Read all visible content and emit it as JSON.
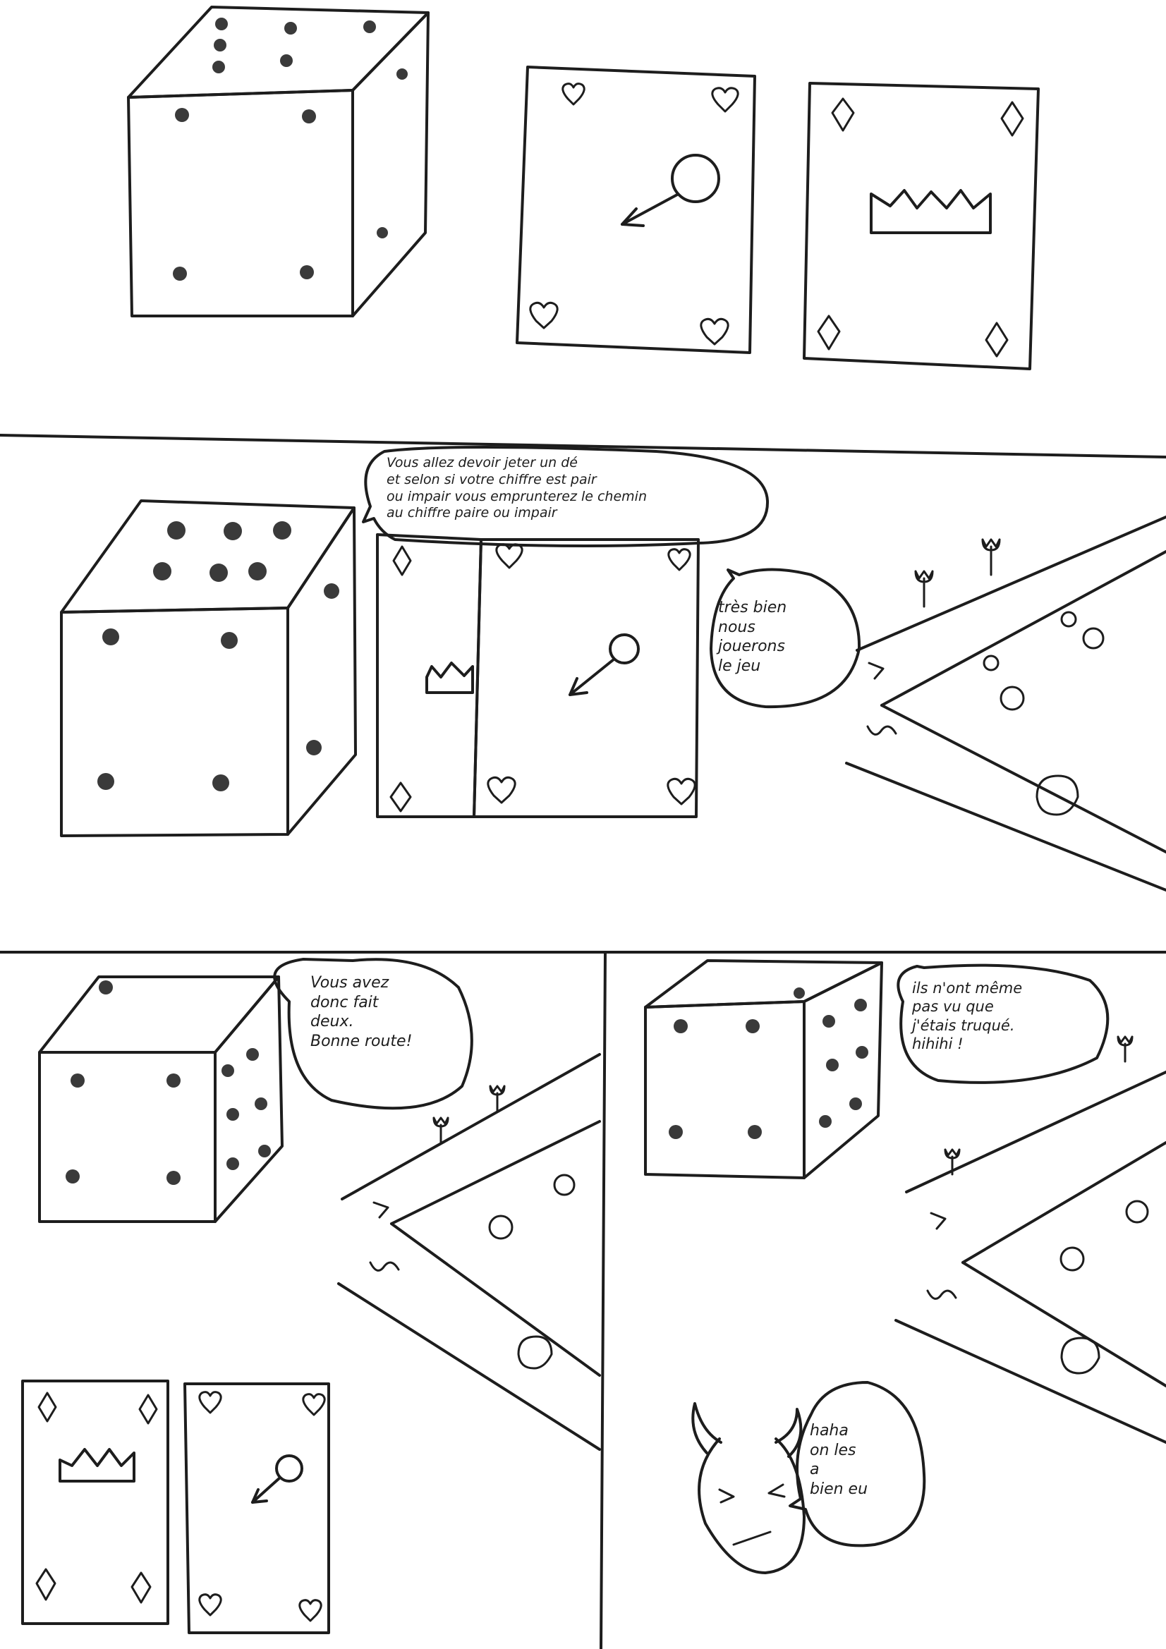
{
  "panel2": {
    "narrator_bubble": "Vous allez devoir jeter un dé\net selon si votre chiffre est pair\nou impair vous emprunterez le chemin\nau chiffre paire ou impair",
    "reply_bubble": "très bien\nnous\njouerons\nle jeu"
  },
  "panel3": {
    "bubble": "Vous avez\ndonc fait\ndeux.\nBonne route!"
  },
  "panel4": {
    "bubble": "ils n'ont même\npas vu que\nj'étais truqué.\nhihihi !",
    "devil_bubble": "haha\non les\na\nbien eu"
  }
}
